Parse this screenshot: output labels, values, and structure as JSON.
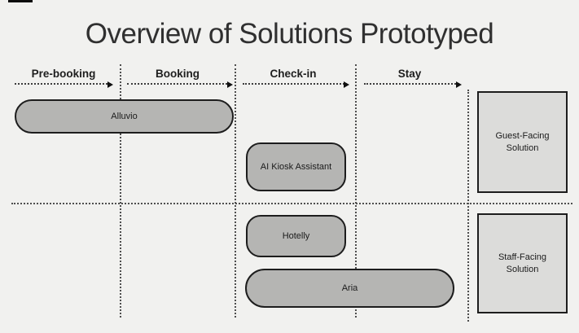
{
  "title": "Overview of Solutions Prototyped",
  "phases": [
    {
      "label": "Pre-booking"
    },
    {
      "label": "Booking"
    },
    {
      "label": "Check-in"
    },
    {
      "label": "Stay"
    }
  ],
  "solutions": [
    {
      "label": "Alluvio"
    },
    {
      "label": "AI Kiosk Assistant"
    },
    {
      "label": "Hotelly"
    },
    {
      "label": "Aria"
    }
  ],
  "categories": [
    {
      "label": "Guest-Facing Solution"
    },
    {
      "label": "Staff-Facing Solution"
    }
  ],
  "colors": {
    "background": "#f1f1ef",
    "pill_fill": "#b5b5b3",
    "category_box_fill": "#dcdcda",
    "shape_border": "#1d1d1d",
    "text": "#1e1e1e"
  }
}
